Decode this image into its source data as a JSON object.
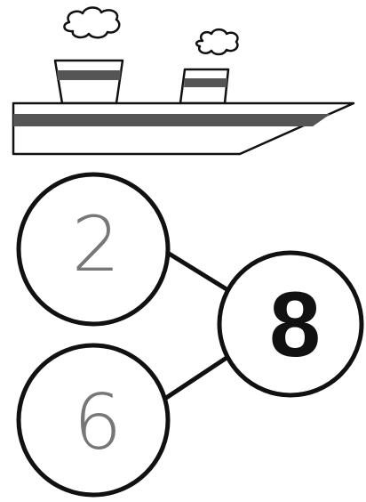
{
  "bond": {
    "part_top": "2",
    "part_bottom": "6",
    "whole": "8"
  },
  "colors": {
    "ink": "#111111",
    "paper": "#ffffff",
    "handwriting": "#777777"
  },
  "icons": [
    "ship-icon",
    "smoke-cloud-icon"
  ]
}
